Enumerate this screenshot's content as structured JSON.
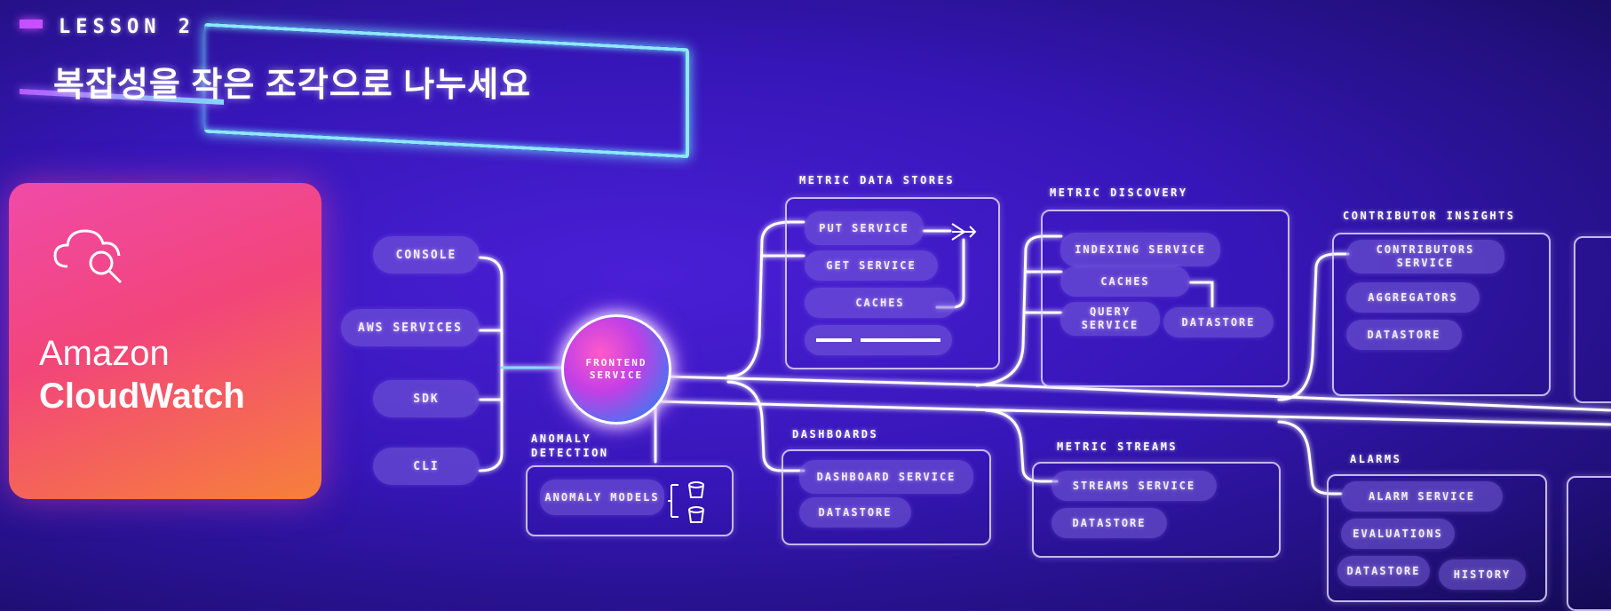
{
  "header": {
    "lesson": "LESSON 2",
    "title": "복잡성을 작은 조각으로 나누세요"
  },
  "logo": {
    "line1": "Amazon",
    "line2": "CloudWatch",
    "icon": "cloud-search-icon",
    "gradient": [
      "#f04aa8",
      "#f7803a"
    ]
  },
  "clients": [
    "CONSOLE",
    "AWS SERVICES",
    "SDK",
    "CLI"
  ],
  "frontend": "FRONTEND SERVICE",
  "anomaly": {
    "title_line1": "ANOMALY",
    "title_line2": "DETECTION",
    "models": "ANOMALY MODELS"
  },
  "metric_data_stores": {
    "title": "METRIC DATA STORES",
    "items": [
      "PUT SERVICE",
      "GET SERVICE",
      "CACHES"
    ]
  },
  "metric_discovery": {
    "title": "METRIC DISCOVERY",
    "items": [
      "INDEXING SERVICE",
      "CACHES",
      "QUERY SERVICE",
      "DATASTORE"
    ]
  },
  "contributor_insights": {
    "title": "CONTRIBUTOR INSIGHTS",
    "items": [
      "CONTRIBUTORS SERVICE",
      "AGGREGATORS",
      "DATASTORE"
    ]
  },
  "dashboards": {
    "title": "DASHBOARDS",
    "items": [
      "DASHBOARD SERVICE",
      "DATASTORE"
    ]
  },
  "metric_streams": {
    "title": "METRIC STREAMS",
    "items": [
      "STREAMS SERVICE",
      "DATASTORE"
    ]
  },
  "alarms": {
    "title": "ALARMS",
    "items": [
      "ALARM SERVICE",
      "EVALUATIONS",
      "DATASTORE",
      "HISTORY"
    ]
  },
  "colors": {
    "background": "#3616b8",
    "wire": "#ffffff",
    "accent_cyan": "#8de8ff",
    "accent_purple": "#c84fff"
  }
}
